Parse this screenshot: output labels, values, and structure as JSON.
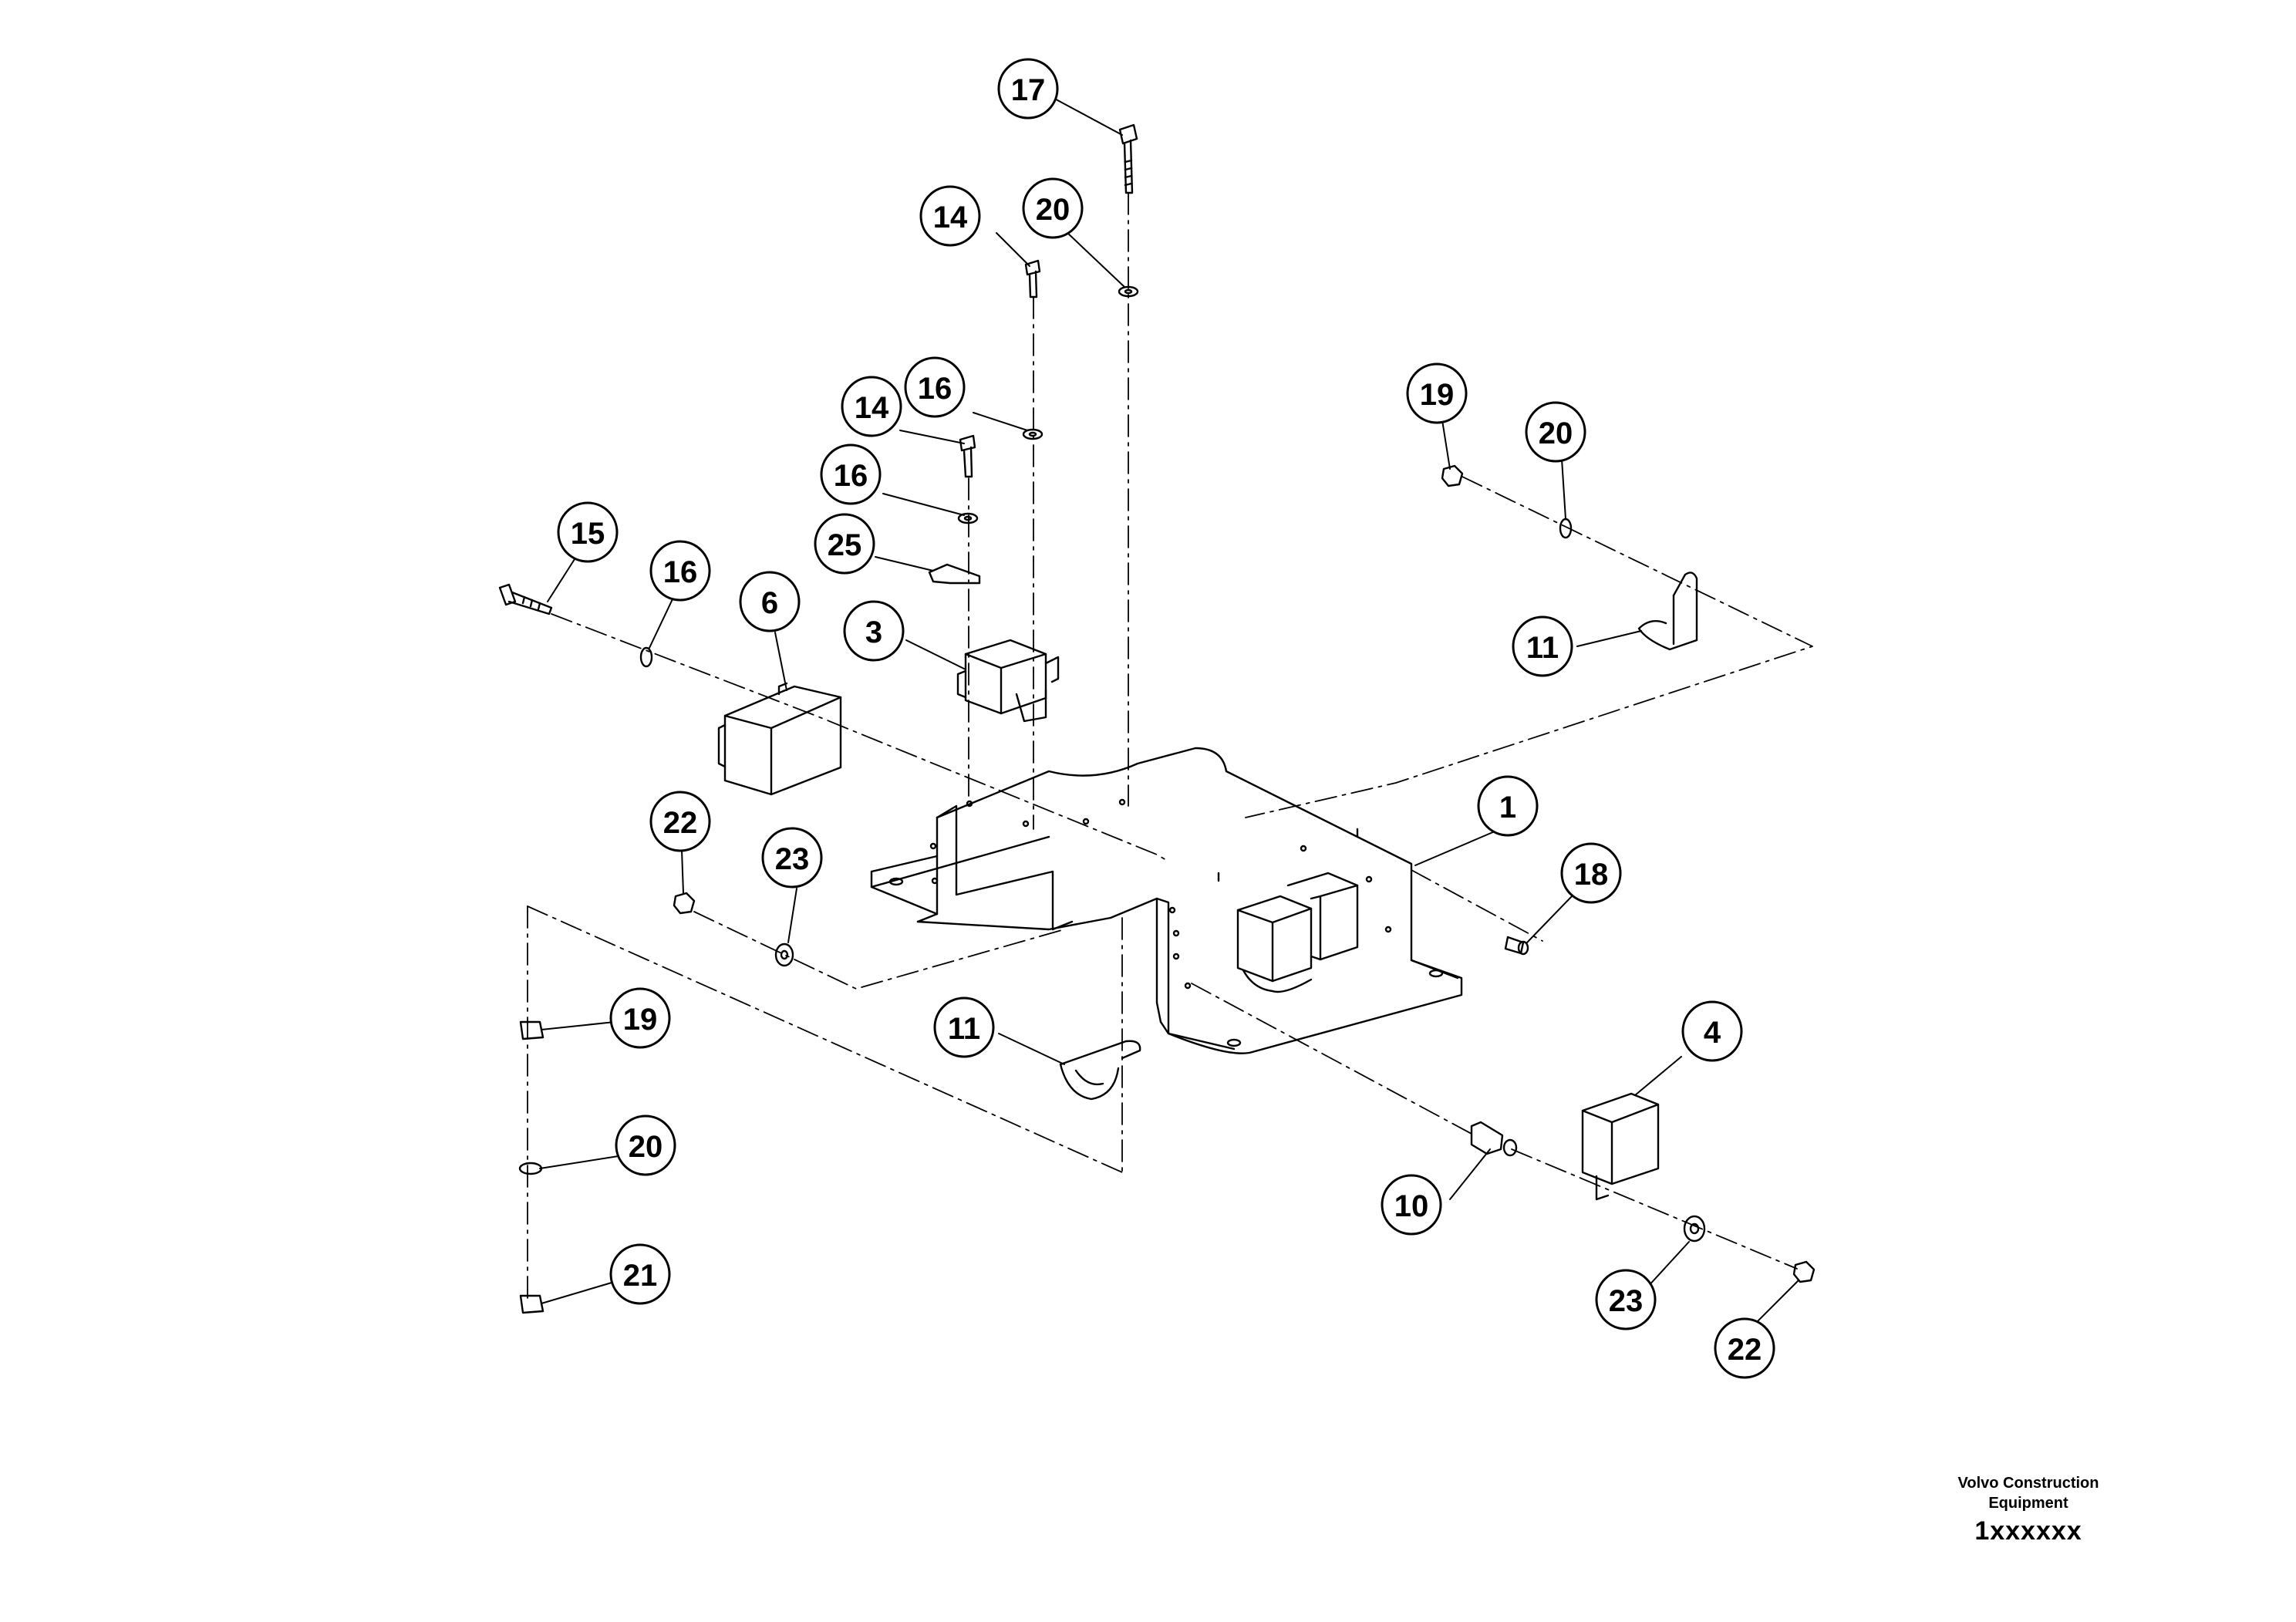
{
  "callouts": [
    "17",
    "14",
    "20",
    "16",
    "14",
    "16",
    "25",
    "3",
    "15",
    "16",
    "6",
    "19",
    "20",
    "11",
    "1",
    "18",
    "22",
    "23",
    "11",
    "19",
    "20",
    "21",
    "4",
    "10",
    "23",
    "22"
  ],
  "footer": {
    "vendor_line1": "Volvo Construction",
    "vendor_line2": "Equipment",
    "drawing_number": "1xxxxxx"
  }
}
